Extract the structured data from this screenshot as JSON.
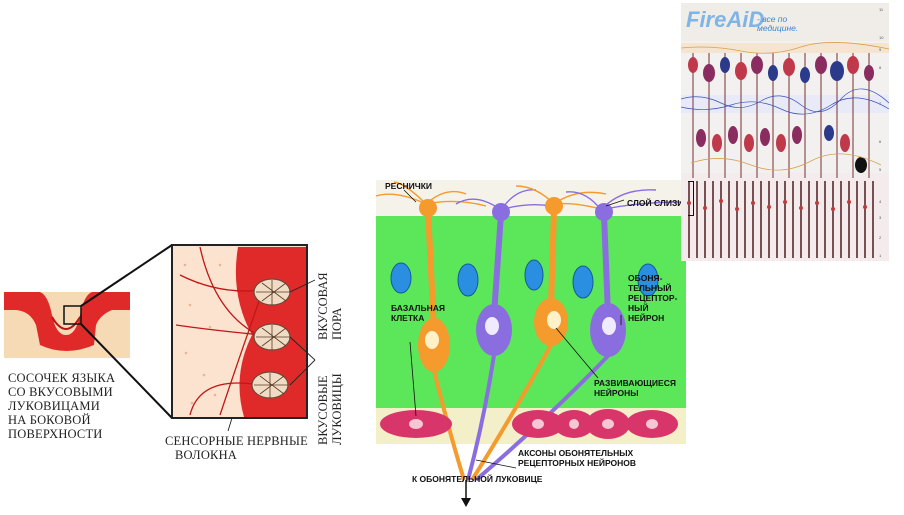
{
  "taste": {
    "caption_papilla": [
      "СОСОЧЕК ЯЗЫКА",
      "СО ВКУСОВЫМИ",
      "ЛУКОВИЦАМИ",
      "НА БОКОВОЙ",
      "ПОВЕРХНОСТИ"
    ],
    "label_pore": [
      "ВКУСОВАЯ",
      "ПОРА"
    ],
    "label_buds": [
      "ВКУСОВЫЕ",
      "ЛУКОВИЦЫ"
    ],
    "label_fibers": [
      "СЕНСОРНЫЕ НЕРВНЫЕ",
      "ВОЛОКНА"
    ]
  },
  "olfactory": {
    "cilia": "РЕСНИЧКИ",
    "mucus": "СЛОЙ СЛИЗИ",
    "basal": [
      "БАЗАЛЬНАЯ",
      "КЛЕТКА"
    ],
    "receptor": [
      "ОБОНЯ-",
      "ТЕЛЬНЫЙ",
      "РЕЦЕПТОР-",
      "НЫЙ",
      "НЕЙРОН"
    ],
    "developing": [
      "РАЗВИВАЮЩИЕСЯ",
      "НЕЙРОНЫ"
    ],
    "axons": [
      "АКСОНЫ ОБОНЯТЕЛЬНЫХ",
      "РЕЦЕПТОРНЫХ НЕЙРОНОВ"
    ],
    "bulb": "К ОБОНЯТЕЛЬНОЙ ЛУКОВИЦЕ"
  },
  "retina": {
    "logo": "FireAiD",
    "logo_sub": [
      "- все по",
      "медицине."
    ],
    "scale": [
      "11",
      "10",
      "9",
      "8",
      "7",
      "6",
      "5",
      "4",
      "3",
      "2",
      "1"
    ]
  },
  "colors": {
    "papilla": "#e02a2a",
    "tissue": "#f6d9b5",
    "olf_green": "#5ce65a",
    "orange_cell": "#f59a2c",
    "purple_cell": "#8a6ee0",
    "basal_cell": "#d8366b"
  }
}
